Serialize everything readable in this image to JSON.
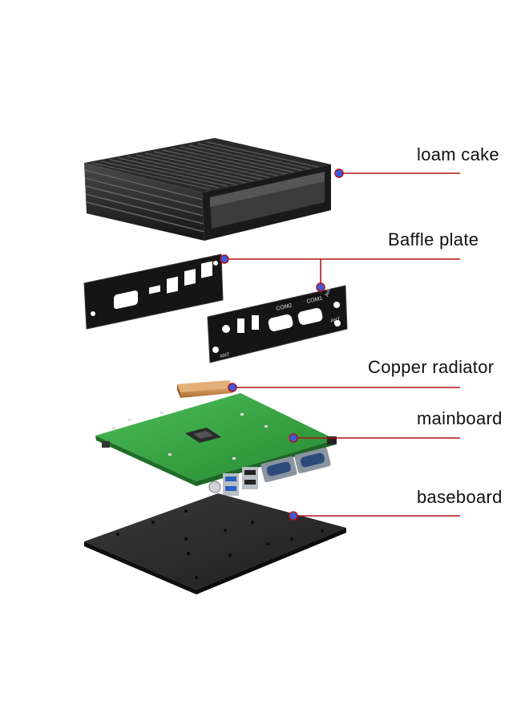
{
  "labels": {
    "loam_cake": "loam cake",
    "baffle_plate": "Baffle plate",
    "copper_radiator": "Copper radiator",
    "mainboard": "mainboard",
    "baseboard": "baseboard"
  },
  "panel_text": {
    "com2": "COM2",
    "com1": "COM1",
    "audio": "Audio",
    "ant_left": "ANT",
    "ant_right": "ANT"
  },
  "colors": {
    "leader_line": "#b3121a",
    "marker_dot": "#3d5bd9",
    "pcb": "#2f9a3c",
    "metal": "#1c1c1c",
    "copper": "#c8884a"
  }
}
